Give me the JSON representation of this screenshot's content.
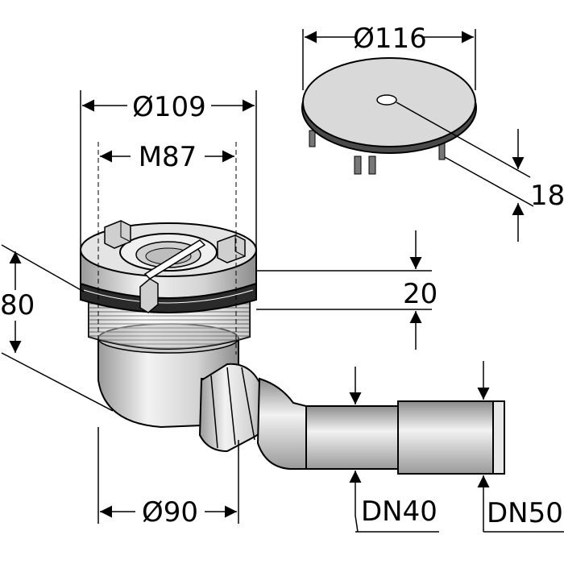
{
  "dimensions": {
    "cover_diameter": "Ø116",
    "cover_height": "18",
    "flange_diameter": "Ø109",
    "thread_size": "M87",
    "body_height": "80",
    "flange_thickness": "20",
    "body_diameter": "Ø90",
    "outlet_dn40": "DN40",
    "outlet_dn50": "DN50"
  }
}
